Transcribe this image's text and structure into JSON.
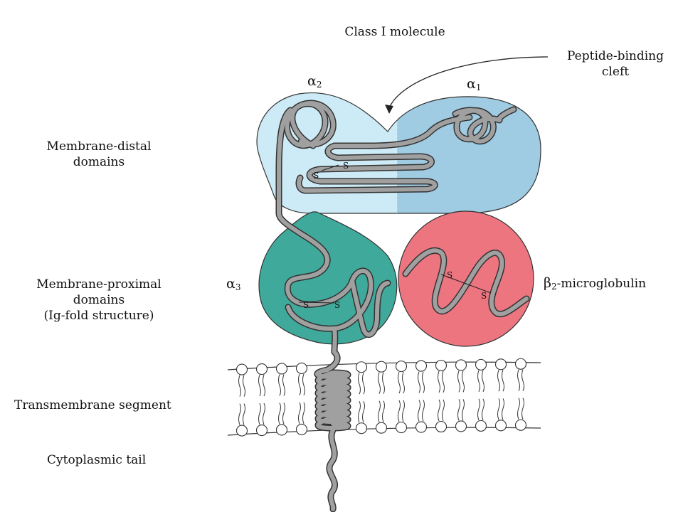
{
  "title": "Class I molecule",
  "labels": {
    "cleft_line1": "Peptide-binding",
    "cleft_line2": "cleft",
    "distal_line1": "Membrane-distal",
    "distal_line2": "domains",
    "proximal_line1": "Membrane-proximal",
    "proximal_line2": "domains",
    "proximal_line3": "(Ig-fold structure)",
    "transmembrane": "Transmembrane segment",
    "cytoplasmic": "Cytoplasmic tail",
    "beta2_letter": "β",
    "beta2_sub": "2",
    "beta2_rest": "-microglobulin"
  },
  "domains": {
    "alpha1": {
      "letter": "α",
      "sub": "1"
    },
    "alpha2": {
      "letter": "α",
      "sub": "2"
    },
    "alpha3": {
      "letter": "α",
      "sub": "3"
    }
  },
  "disulfide": {
    "s": "S"
  },
  "colors": {
    "alpha2_fill": "#cdebf6",
    "alpha1_fill": "#9fcce3",
    "alpha3_fill": "#3fa99b",
    "beta2m_fill": "#ec7580",
    "chain": "#9a9a9a",
    "outline": "#333333"
  }
}
